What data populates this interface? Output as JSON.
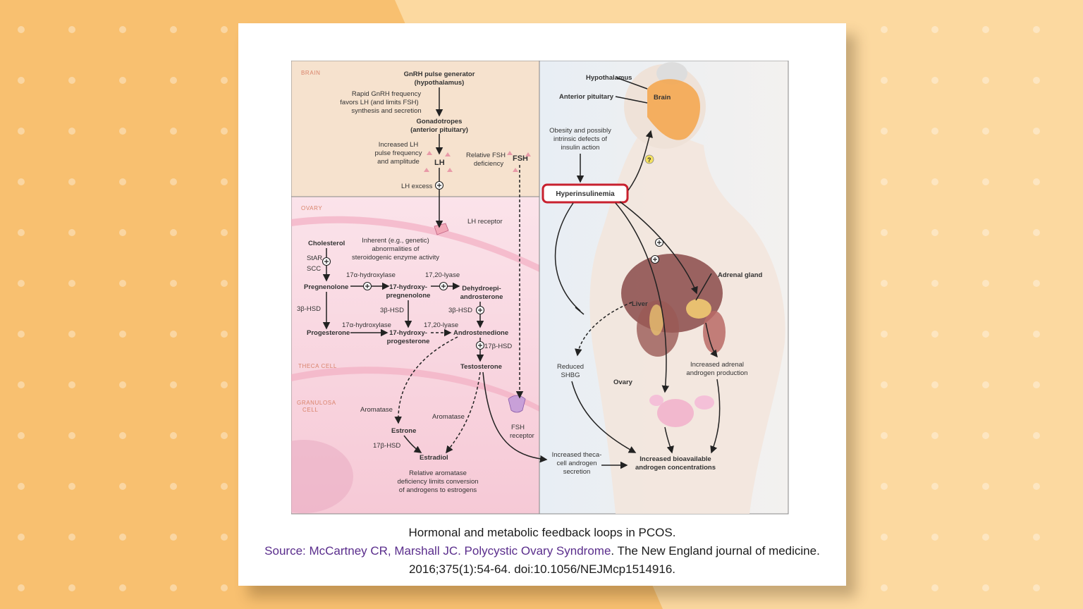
{
  "colors": {
    "background_left": "#f8c070",
    "background_right": "#fcd9a0",
    "panel": "#ffffff",
    "brain_region": "#f6e2ce",
    "ovary_region": "#fbe0e8",
    "right_panel": "#eef0f3",
    "highlight": "#c8202e",
    "caption_link": "#5a2d8c"
  },
  "diagram": {
    "sections": {
      "brain": "BRAIN",
      "ovary": "OVARY",
      "theca": "THECA CELL",
      "granulosa_1": "GRANULOSA",
      "granulosa_2": "CELL"
    },
    "brain": {
      "gnrh_1": "GnRH pulse generator",
      "gnrh_2": "(hypothalamus)",
      "rapid_1": "Rapid GnRH frequency",
      "rapid_2": "favors LH (and limits FSH)",
      "rapid_3": "synthesis and secretion",
      "gonado_1": "Gonadotropes",
      "gonado_2": "(anterior pituitary)",
      "incr_1": "Increased LH",
      "incr_2": "pulse frequency",
      "incr_3": "and amplitude",
      "lh": "LH",
      "fsh": "FSH",
      "rel_fsh_1": "Relative FSH",
      "rel_fsh_2": "deficiency",
      "lh_excess": "LH excess"
    },
    "ovary": {
      "lh_receptor": "LH receptor",
      "cholesterol": "Cholesterol",
      "inherent_1": "Inherent (e.g., genetic)",
      "inherent_2": "abnormalities of",
      "inherent_3": "steroidogenic enzyme activity",
      "star": "StAR",
      "scc": "SCC",
      "pregnenolone": "Pregnenolone",
      "hydroxylase_1": "17α-hydroxylase",
      "lyase_1": "17,20-lyase",
      "hp_1": "17-hydroxy-",
      "hp_2": "pregnenolone",
      "dhea_1": "Dehydroepi-",
      "dhea_2": "androsterone",
      "hsd_1": "3β-HSD",
      "hsd_2": "3β-HSD",
      "hsd_3": "3β-HSD",
      "progesterone": "Progesterone",
      "hydroxylase_2": "17α-hydroxylase",
      "lyase_2": "17,20-lyase",
      "hprog_1": "17-hydroxy-",
      "hprog_2": "progesterone",
      "androstenedione": "Androstenedione",
      "hsd17_1": "17β-HSD",
      "testosterone": "Testosterone",
      "aromatase_1": "Aromatase",
      "aromatase_2": "Aromatase",
      "estrone": "Estrone",
      "hsd17_2": "17β-HSD",
      "estradiol": "Estradiol",
      "fsh_receptor_1": "FSH",
      "fsh_receptor_2": "receptor",
      "rel_arom_1": "Relative aromatase",
      "rel_arom_2": "deficiency limits conversion",
      "rel_arom_3": "of androgens to estrogens"
    },
    "body": {
      "hypothalamus": "Hypothalamus",
      "anterior_pituitary": "Anterior pituitary",
      "brain": "Brain",
      "obesity_1": "Obesity and possibly",
      "obesity_2": "intrinsic defects of",
      "obesity_3": "insulin action",
      "question": "?",
      "hyperinsulinemia": "Hyperinsulinemia",
      "adrenal_gland": "Adrenal gland",
      "liver": "Liver",
      "reduced_1": "Reduced",
      "reduced_2": "SHBG",
      "ovary": "Ovary",
      "adrenal_prod_1": "Increased adrenal",
      "adrenal_prod_2": "androgen production",
      "theca_sec_1": "Increased theca-",
      "theca_sec_2": "cell androgen",
      "theca_sec_3": "secretion",
      "bioavail_1": "Increased bioavailable",
      "bioavail_2": "androgen concentrations"
    }
  },
  "caption": {
    "line1": "Hormonal and metabolic feedback loops in PCOS.",
    "source_link": "Source: McCartney CR, Marshall JC. Polycystic Ovary Syndrome",
    "source_rest": ". The New England journal of medicine.",
    "line3": "2016;375(1):54-64. doi:10.1056/NEJMcp1514916."
  }
}
